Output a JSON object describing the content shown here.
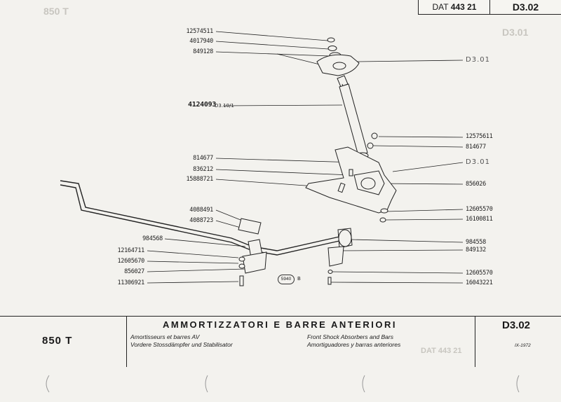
{
  "header": {
    "dat_prefix": "DAT",
    "dat_number": "443 21",
    "code": "D3.02"
  },
  "labels_left": [
    "12574511",
    "4017940",
    "849128",
    "4124093",
    "814677",
    "836212",
    "15888721",
    "4088491",
    "4088723",
    "984568",
    "12164711",
    "12605670",
    "856027",
    "11306921"
  ],
  "labels_right": [
    "12575611",
    "814677",
    "856026",
    "12605570",
    "16100811",
    "984558",
    "849132",
    "12605570",
    "16043221"
  ],
  "refs": {
    "d301_top": "D3.01",
    "d301_mid": "D3.01",
    "d310": "D3.10/1",
    "stamp": "5940",
    "stamp_suffix": "B"
  },
  "title_block": {
    "model": "850 T",
    "title_it": "AMMORTIZZATORI E BARRE ANTERIORI",
    "title_fr": "Amortisseurs et barres AV",
    "title_de": "Vordere Stossdämpfer und Stabilisator",
    "title_en": "Front Shock Absorbers and Bars",
    "title_es": "Amortiguadores y barras anteriores",
    "code": "D3.02",
    "date": "IX-1972"
  },
  "ghost_text": {
    "top_left": "850 T",
    "top_right": "D3.01",
    "bottom_right": "DAT 443 21"
  }
}
